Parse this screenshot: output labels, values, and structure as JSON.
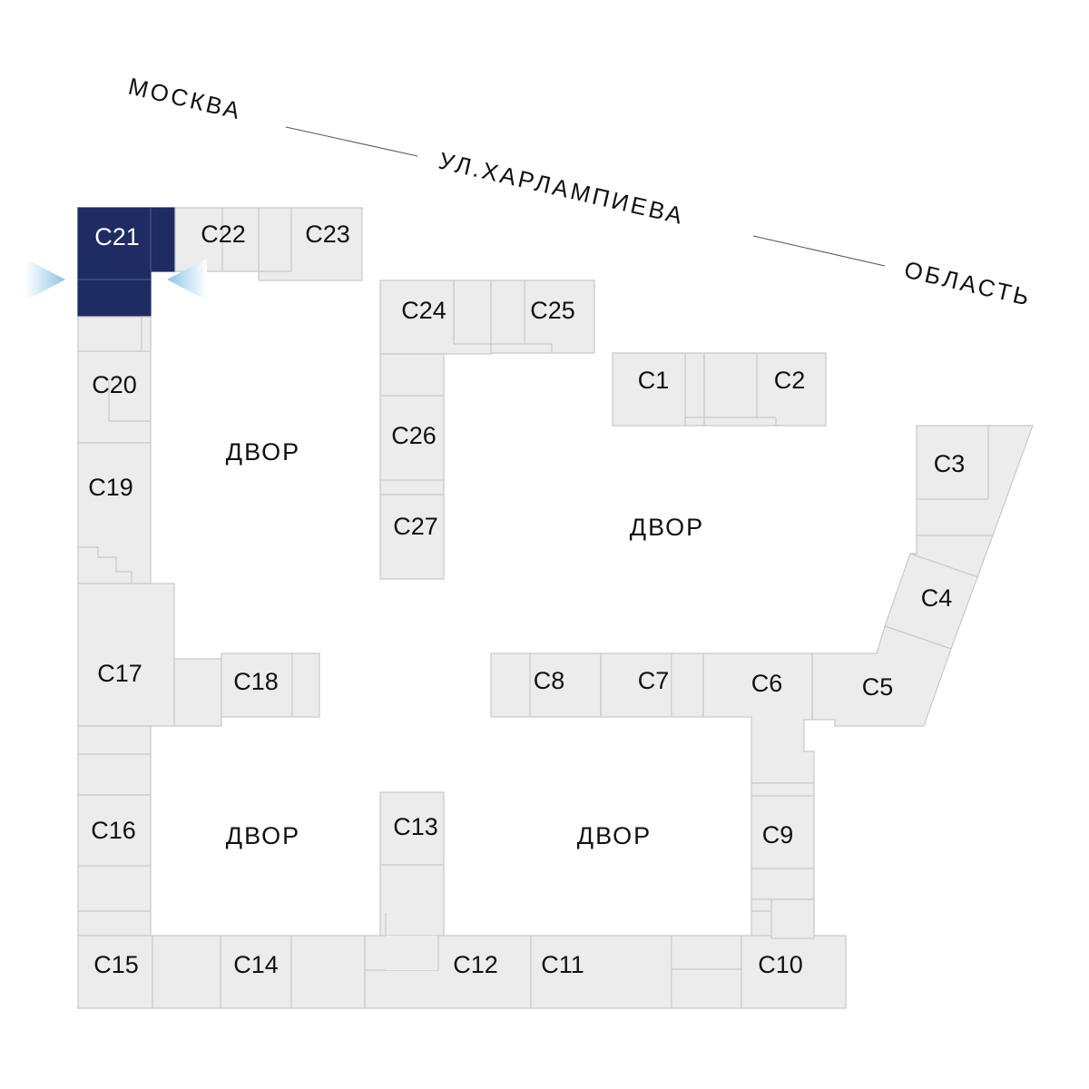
{
  "streets": {
    "moskva": "МОСКВА",
    "kharlampieva": "УЛ.ХАРЛАМПИЕВА",
    "oblast": "ОБЛАСТЬ"
  },
  "yards": [
    "ДВОР",
    "ДВОР",
    "ДВОР",
    "ДВОР"
  ],
  "sections": {
    "c1": "C1",
    "c2": "C2",
    "c3": "C3",
    "c4": "C4",
    "c5": "C5",
    "c6": "C6",
    "c7": "C7",
    "c8": "C8",
    "c9": "C9",
    "c10": "C10",
    "c11": "C11",
    "c12": "C12",
    "c13": "C13",
    "c14": "C14",
    "c15": "C15",
    "c16": "C16",
    "c17": "C17",
    "c18": "C18",
    "c19": "C19",
    "c20": "C20",
    "c21": "C21",
    "c22": "C22",
    "c23": "C23",
    "c24": "C24",
    "c25": "C25",
    "c26": "C26",
    "c27": "C27"
  },
  "selected_section": "C21",
  "colors": {
    "selected": "#1f2b63",
    "block": "#ececec",
    "block_border": "#c9c9c9",
    "entrance_marker": "#8cc4e6"
  },
  "entrance_marker_icon": "triangle-marker-icon"
}
